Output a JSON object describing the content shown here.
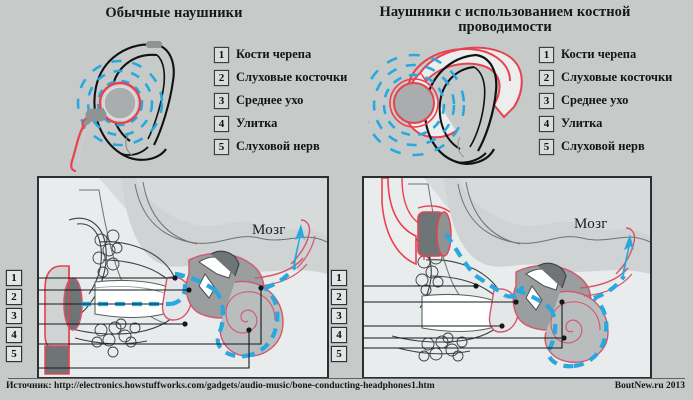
{
  "background_color": "#c6cbca",
  "accent_colors": {
    "sound_wave_blue": "#29a8e0",
    "device_red": "#e8414f",
    "anatomy_red": "#d4566a",
    "panel_border": "#2b2f31",
    "text": "#15181a"
  },
  "titles": {
    "left": "Обычные наушники",
    "right": "Наушники с использованием костной проводимости"
  },
  "legend": {
    "items": [
      {
        "num": "1",
        "label": "Кости черепа"
      },
      {
        "num": "2",
        "label": "Слуховые косточки"
      },
      {
        "num": "3",
        "label": "Среднее ухо"
      },
      {
        "num": "4",
        "label": "Улитка"
      },
      {
        "num": "5",
        "label": "Слуховой нерв"
      }
    ]
  },
  "callouts": {
    "numbers": [
      "1",
      "2",
      "3",
      "4",
      "5"
    ]
  },
  "panels": {
    "left": {
      "brain_label": "Мозг"
    },
    "right": {
      "brain_label": "Мозг"
    }
  },
  "footer": {
    "source": "Источник: http://electronics.howstuffworks.com/gadgets/audio-music/bone-conducting-headphones1.htm",
    "credit": "BoutNew.ru 2013"
  }
}
